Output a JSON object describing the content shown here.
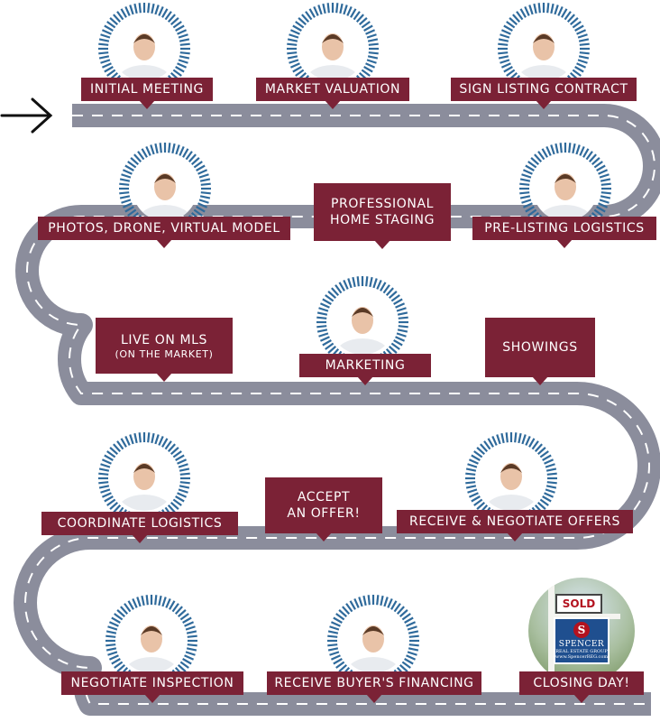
{
  "colors": {
    "road": "#8b8d9c",
    "road_line": "#ffffff",
    "label_bg": "#7b2236",
    "label_text": "#ffffff",
    "ring": "#2f6a9b"
  },
  "steps": [
    {
      "id": "initial-meeting",
      "lines": [
        "Initial Meeting"
      ]
    },
    {
      "id": "market-valuation",
      "lines": [
        "Market Valuation"
      ]
    },
    {
      "id": "sign-listing-contract",
      "lines": [
        "Sign Listing Contract"
      ]
    },
    {
      "id": "photos-drone-virtual-model",
      "lines": [
        "Photos, Drone, Virtual Model"
      ]
    },
    {
      "id": "professional-home-staging",
      "lines": [
        "Professional",
        "Home Staging"
      ]
    },
    {
      "id": "pre-listing-logistics",
      "lines": [
        "Pre-Listing Logistics"
      ]
    },
    {
      "id": "live-on-mls",
      "lines": [
        "Live on MLS"
      ],
      "sub": "(on the market)"
    },
    {
      "id": "marketing",
      "lines": [
        "Marketing"
      ]
    },
    {
      "id": "showings",
      "lines": [
        "Showings"
      ]
    },
    {
      "id": "coordinate-logistics",
      "lines": [
        "Coordinate Logistics"
      ]
    },
    {
      "id": "accept-an-offer",
      "lines": [
        "Accept",
        "an Offer!"
      ]
    },
    {
      "id": "receive-negotiate-offers",
      "lines": [
        "Receive & Negotiate Offers"
      ]
    },
    {
      "id": "negotiate-inspection",
      "lines": [
        "Negotiate Inspection"
      ]
    },
    {
      "id": "receive-buyers-financing",
      "lines": [
        "Receive Buyer's Financing"
      ]
    },
    {
      "id": "closing-day",
      "lines": [
        "Closing Day!"
      ]
    }
  ],
  "sold_sign": {
    "sold_text": "SOLD",
    "logo_letter": "S",
    "brand": "SPENCER",
    "tagline": "REAL ESTATE GROUP",
    "url": "www.SpencerREG.com"
  },
  "start_arrow": "start-arrow-icon"
}
